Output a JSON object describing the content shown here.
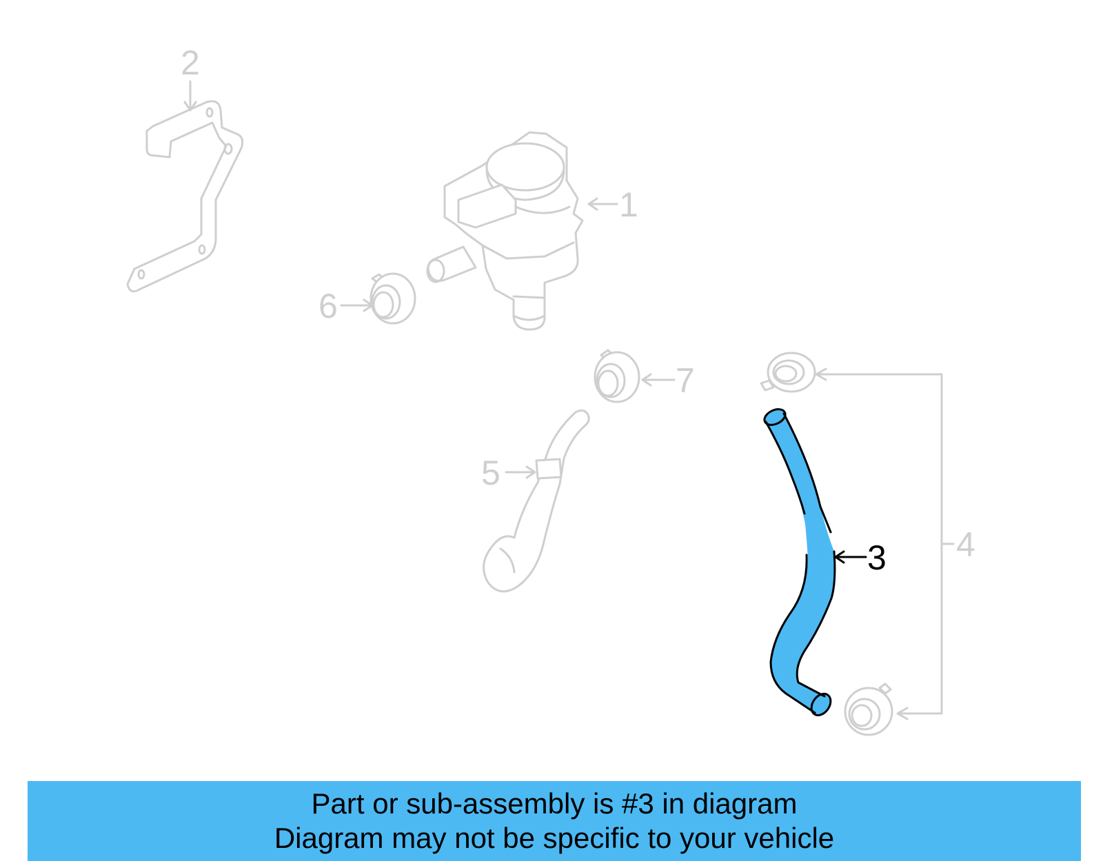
{
  "diagram": {
    "callouts": [
      {
        "number": "1",
        "part": "pump"
      },
      {
        "number": "2",
        "part": "bracket"
      },
      {
        "number": "3",
        "part": "hose",
        "highlighted": true
      },
      {
        "number": "4",
        "part": "clamps"
      },
      {
        "number": "5",
        "part": "hose"
      },
      {
        "number": "6",
        "part": "clamp"
      },
      {
        "number": "7",
        "part": "clamp"
      }
    ],
    "highlight_color": "#4cb9f3",
    "ghost_color": "#cfcfcf"
  },
  "banner": {
    "line1": "Part or sub-assembly is #3 in diagram",
    "line2": "Diagram may not be specific to your vehicle",
    "color": "#4cb9f3"
  }
}
